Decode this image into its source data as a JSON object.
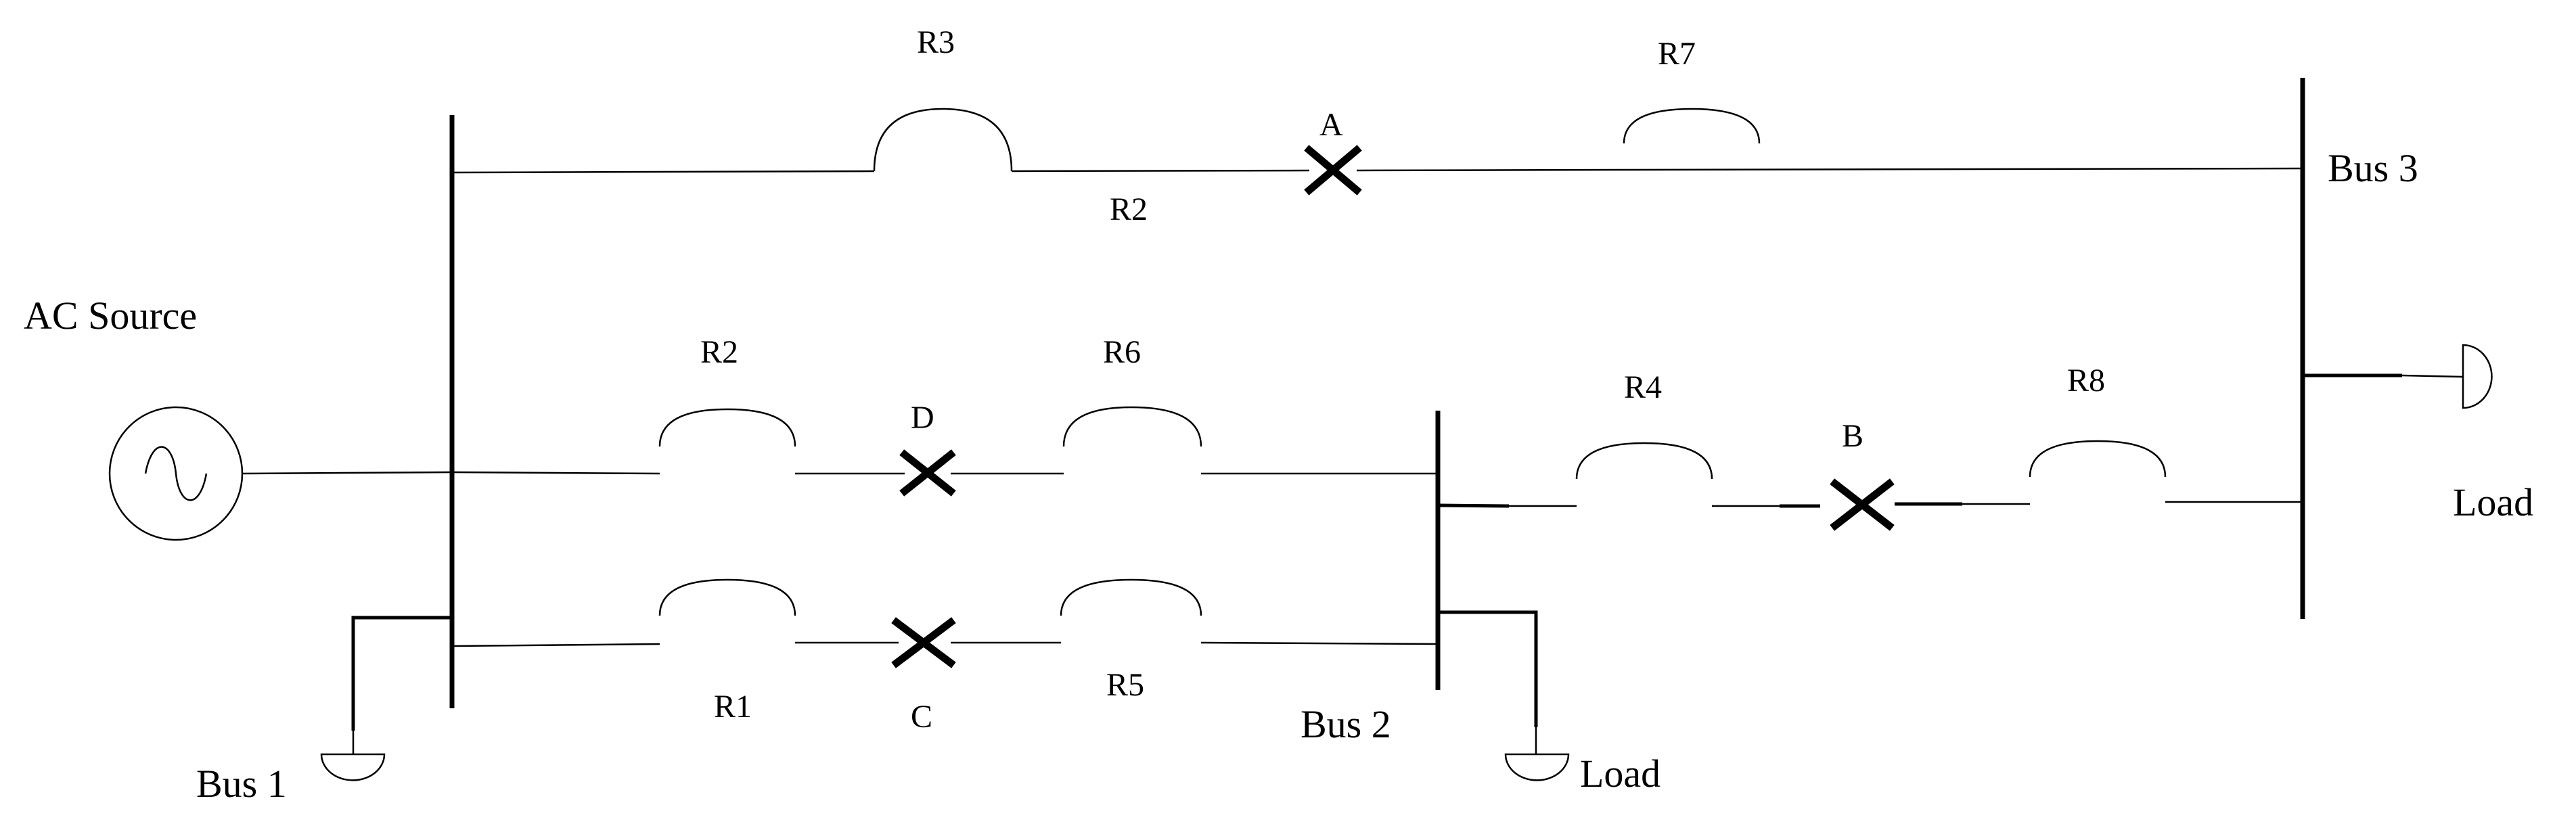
{
  "diagram": {
    "source_label": "AC Source",
    "buses": {
      "bus1": "Bus 1",
      "bus2": "Bus 2",
      "bus3": "Bus 3"
    },
    "loads": {
      "bus2_load": "Load",
      "bus3_load": "Load"
    },
    "breakers": {
      "a": "A",
      "b": "B",
      "c": "C",
      "d": "D"
    },
    "relays": {
      "top_left": "R3",
      "top_left_below": "R2",
      "top_right": "R7",
      "mid_left": "R2",
      "mid_right": "R6",
      "bot_left": "R1",
      "bot_right": "R5",
      "right_left": "R4",
      "right_right": "R8"
    }
  }
}
